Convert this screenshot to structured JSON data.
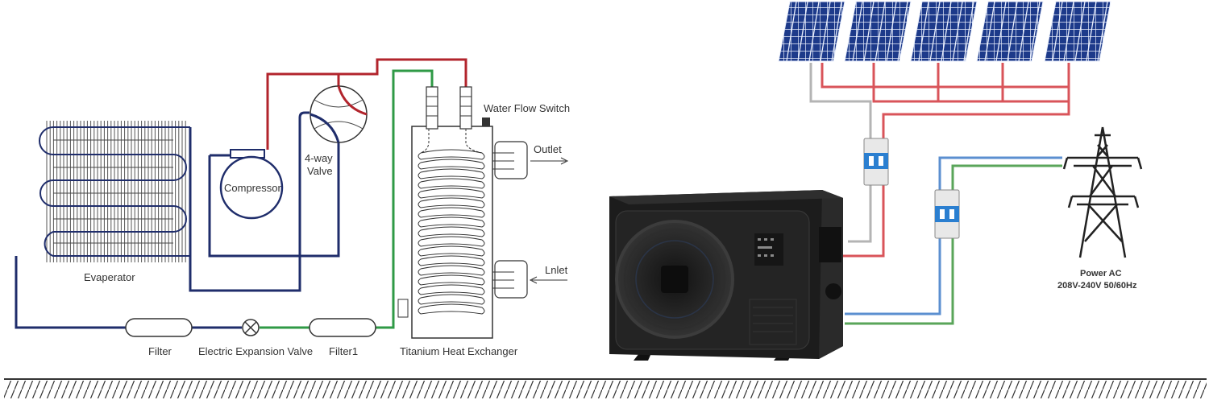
{
  "labels": {
    "evaporator": "Evaperator",
    "compressor": "Compressor",
    "valve_line1": "4-way",
    "valve_line2": "Valve",
    "water_flow_switch": "Water Flow Switch",
    "outlet": "Outlet",
    "inlet": "Lnlet",
    "filter": "Filter",
    "expansion_valve": "Electric Expansion Valve",
    "filter1": "Filter1",
    "heat_exchanger": "Titanium Heat Exchanger",
    "power_title": "Power AC",
    "power_spec": "208V-240V  50/60Hz"
  },
  "colors": {
    "refrigerant_low": "#1f2d6b",
    "refrigerant_hot": "#b2242c",
    "refrigerant_liquid": "#2f9a46",
    "solar_red": "#d9545a",
    "solar_gray": "#b4b4b4",
    "ac_blue": "#5b8fd0",
    "ac_green": "#5aa55a",
    "solar_panel": "#1d3a8a",
    "unit_body": "#1c1c1c"
  },
  "icons": [
    "solar-panel-icon",
    "breaker-icon",
    "transmission-tower-icon",
    "heat-pump-unit-icon",
    "fan-icon",
    "expansion-valve-icon"
  ]
}
